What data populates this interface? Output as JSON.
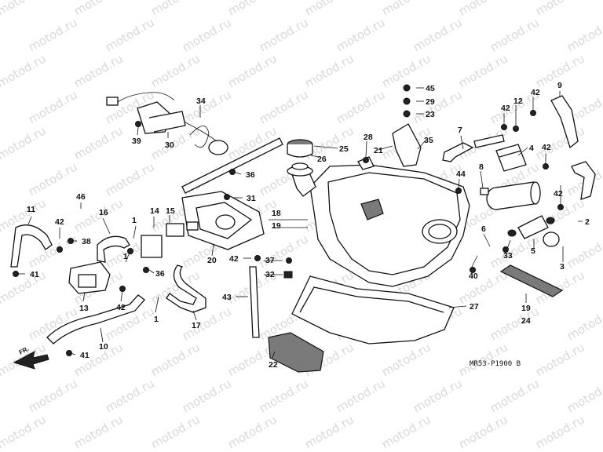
{
  "diagram": {
    "watermark": "motod.ru",
    "drawing_code": "MR53-P1900 B",
    "direction_label": "FR.",
    "callouts": [
      "45",
      "29",
      "23",
      "9",
      "12",
      "42",
      "42",
      "7",
      "4",
      "42",
      "42",
      "2",
      "8",
      "5",
      "3",
      "6",
      "33",
      "40",
      "44",
      "28",
      "21",
      "25",
      "26",
      "35",
      "34",
      "30",
      "39",
      "36",
      "31",
      "18",
      "19",
      "16",
      "46",
      "11",
      "42",
      "38",
      "41",
      "13",
      "1",
      "14",
      "15",
      "20",
      "1",
      "36",
      "42",
      "10",
      "41",
      "1",
      "17",
      "42",
      "37",
      "32",
      "43",
      "22",
      "27",
      "19",
      "24"
    ]
  }
}
